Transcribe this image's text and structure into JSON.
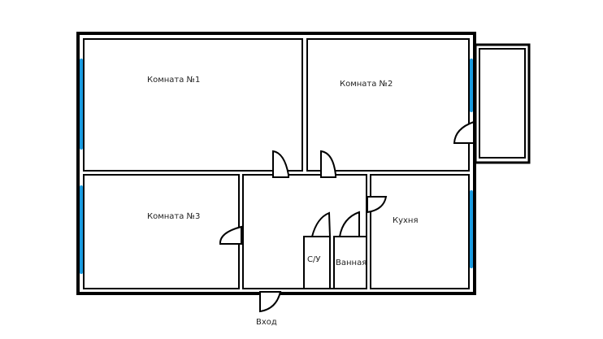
{
  "plan": {
    "rooms": {
      "room1": "Комната №1",
      "room2": "Комната №2",
      "room3": "Комната №3",
      "kitchen": "Кухня",
      "toilet": "С/У",
      "bathroom": "Ванная"
    },
    "entrance": "Вход"
  },
  "colors": {
    "wall": "#000000",
    "window": "#1a9be0"
  }
}
